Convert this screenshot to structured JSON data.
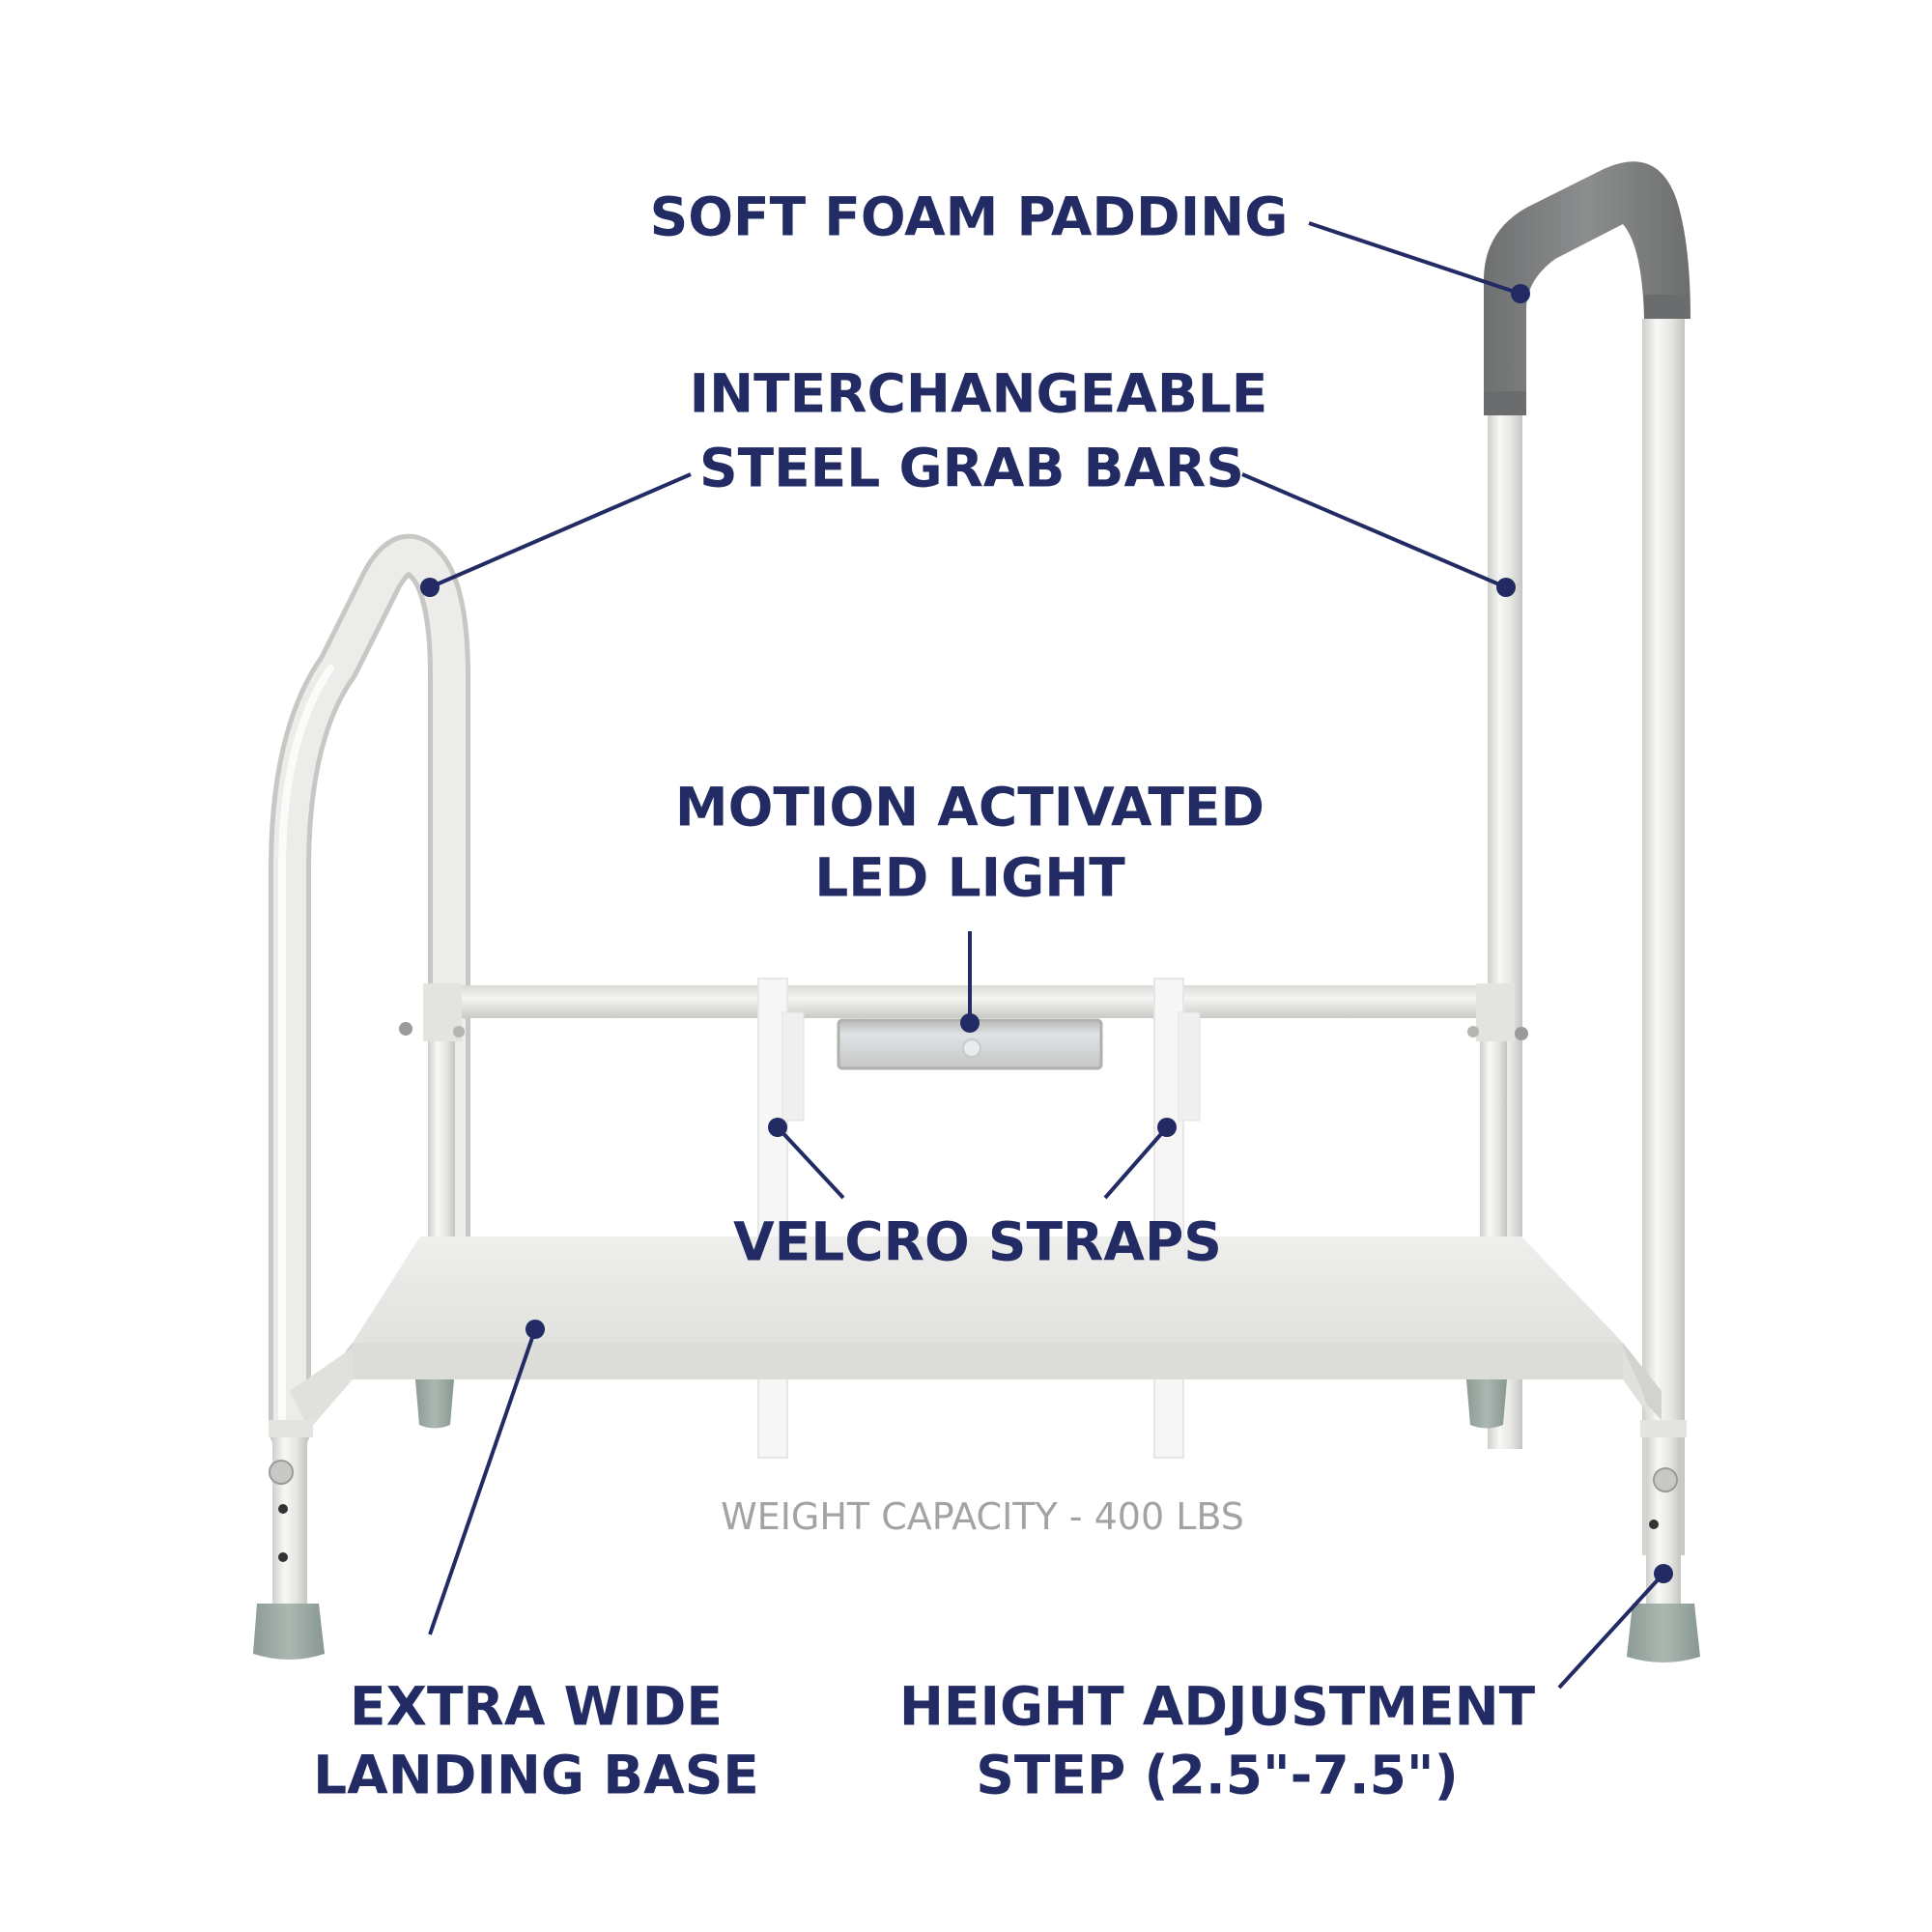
{
  "product": {
    "name": "Bed step stool with grab bars",
    "colors": {
      "label_navy": "#222b63",
      "leader_navy": "#222b63",
      "frame_white": "#e9e9e6",
      "frame_shadow": "#c9c9c6",
      "foam_gray": "#7d7f80",
      "rubber_feet": "#9aa9a2",
      "caption_gray": "#a3a3a3"
    }
  },
  "callouts": {
    "foam_padding": {
      "label": "SOFT FOAM PADDING"
    },
    "grab_bars": {
      "line1": "INTERCHANGEABLE",
      "line2": "STEEL GRAB BARS"
    },
    "led_light": {
      "line1": "MOTION ACTIVATED",
      "line2": "LED LIGHT"
    },
    "velcro_straps": {
      "label": "VELCRO STRAPS"
    },
    "landing_base": {
      "line1": "EXTRA WIDE",
      "line2": "LANDING BASE"
    },
    "height_adjustment": {
      "line1": "HEIGHT ADJUSTMENT",
      "line2": "STEP (2.5\"-7.5\")"
    }
  },
  "caption": {
    "weight_capacity": "WEIGHT CAPACITY - 400 LBS"
  }
}
